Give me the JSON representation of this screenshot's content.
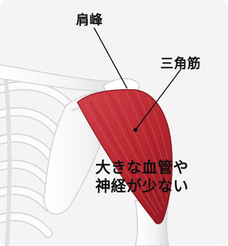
{
  "labels": {
    "acromion": "肩峰",
    "deltoid": "三角筋"
  },
  "note": {
    "line1": "大きな血管や",
    "line2": "神経が少ない"
  },
  "colors": {
    "background": "#f4f4f4",
    "bone": "#ffffff",
    "bone_shadow": "#d7d7d7",
    "muscle": "#c0303a",
    "muscle_dark": "#8f1822",
    "text": "#111111"
  }
}
